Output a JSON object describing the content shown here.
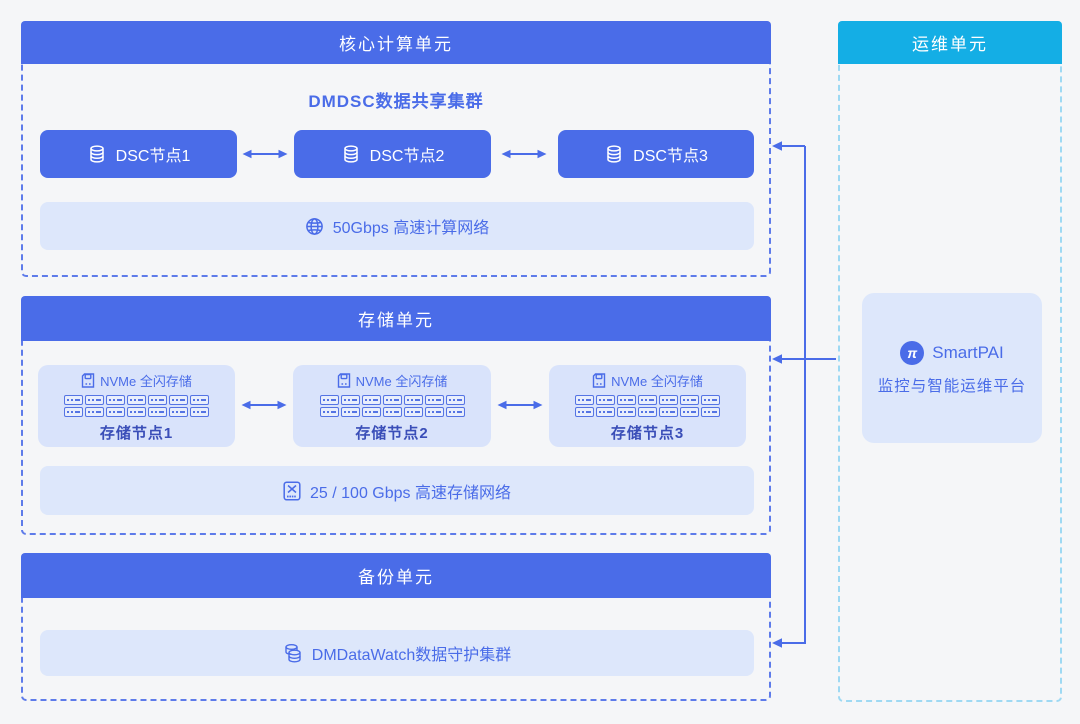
{
  "colors": {
    "primary_blue": "#4a6ce8",
    "light_blue_bar": "#dde7fb",
    "storage_box_bg": "#d9e3fb",
    "ops_cyan": "#14aee5",
    "dark_node_text": "#3a4eb8",
    "background": "#f5f6f8"
  },
  "sections": {
    "compute": {
      "header": "核心计算单元",
      "cluster_title": "DMDSC数据共享集群",
      "nodes": [
        {
          "label": "DSC节点1",
          "icon": "database-icon"
        },
        {
          "label": "DSC节点2",
          "icon": "database-icon"
        },
        {
          "label": "DSC节点3",
          "icon": "database-icon"
        }
      ],
      "network": {
        "label": "50Gbps 高速计算网络",
        "icon": "globe-icon"
      }
    },
    "storage": {
      "header": "存储单元",
      "nodes": [
        {
          "type_label": "NVMe 全闪存储",
          "name": "存储节点1",
          "icon": "ssd-icon"
        },
        {
          "type_label": "NVMe 全闪存储",
          "name": "存储节点2",
          "icon": "ssd-icon"
        },
        {
          "type_label": "NVMe 全闪存储",
          "name": "存储节点3",
          "icon": "ssd-icon"
        }
      ],
      "network": {
        "label": "25 / 100 Gbps 高速存储网络",
        "icon": "switch-icon"
      }
    },
    "backup": {
      "header": "备份单元",
      "cluster": {
        "label": "DMDataWatch数据守护集群",
        "icon": "database-stack-icon"
      }
    },
    "ops": {
      "header": "运维单元",
      "platform": {
        "logo_glyph": "π",
        "title": "SmartPAI",
        "subtitle": "监控与智能运维平台"
      }
    }
  }
}
